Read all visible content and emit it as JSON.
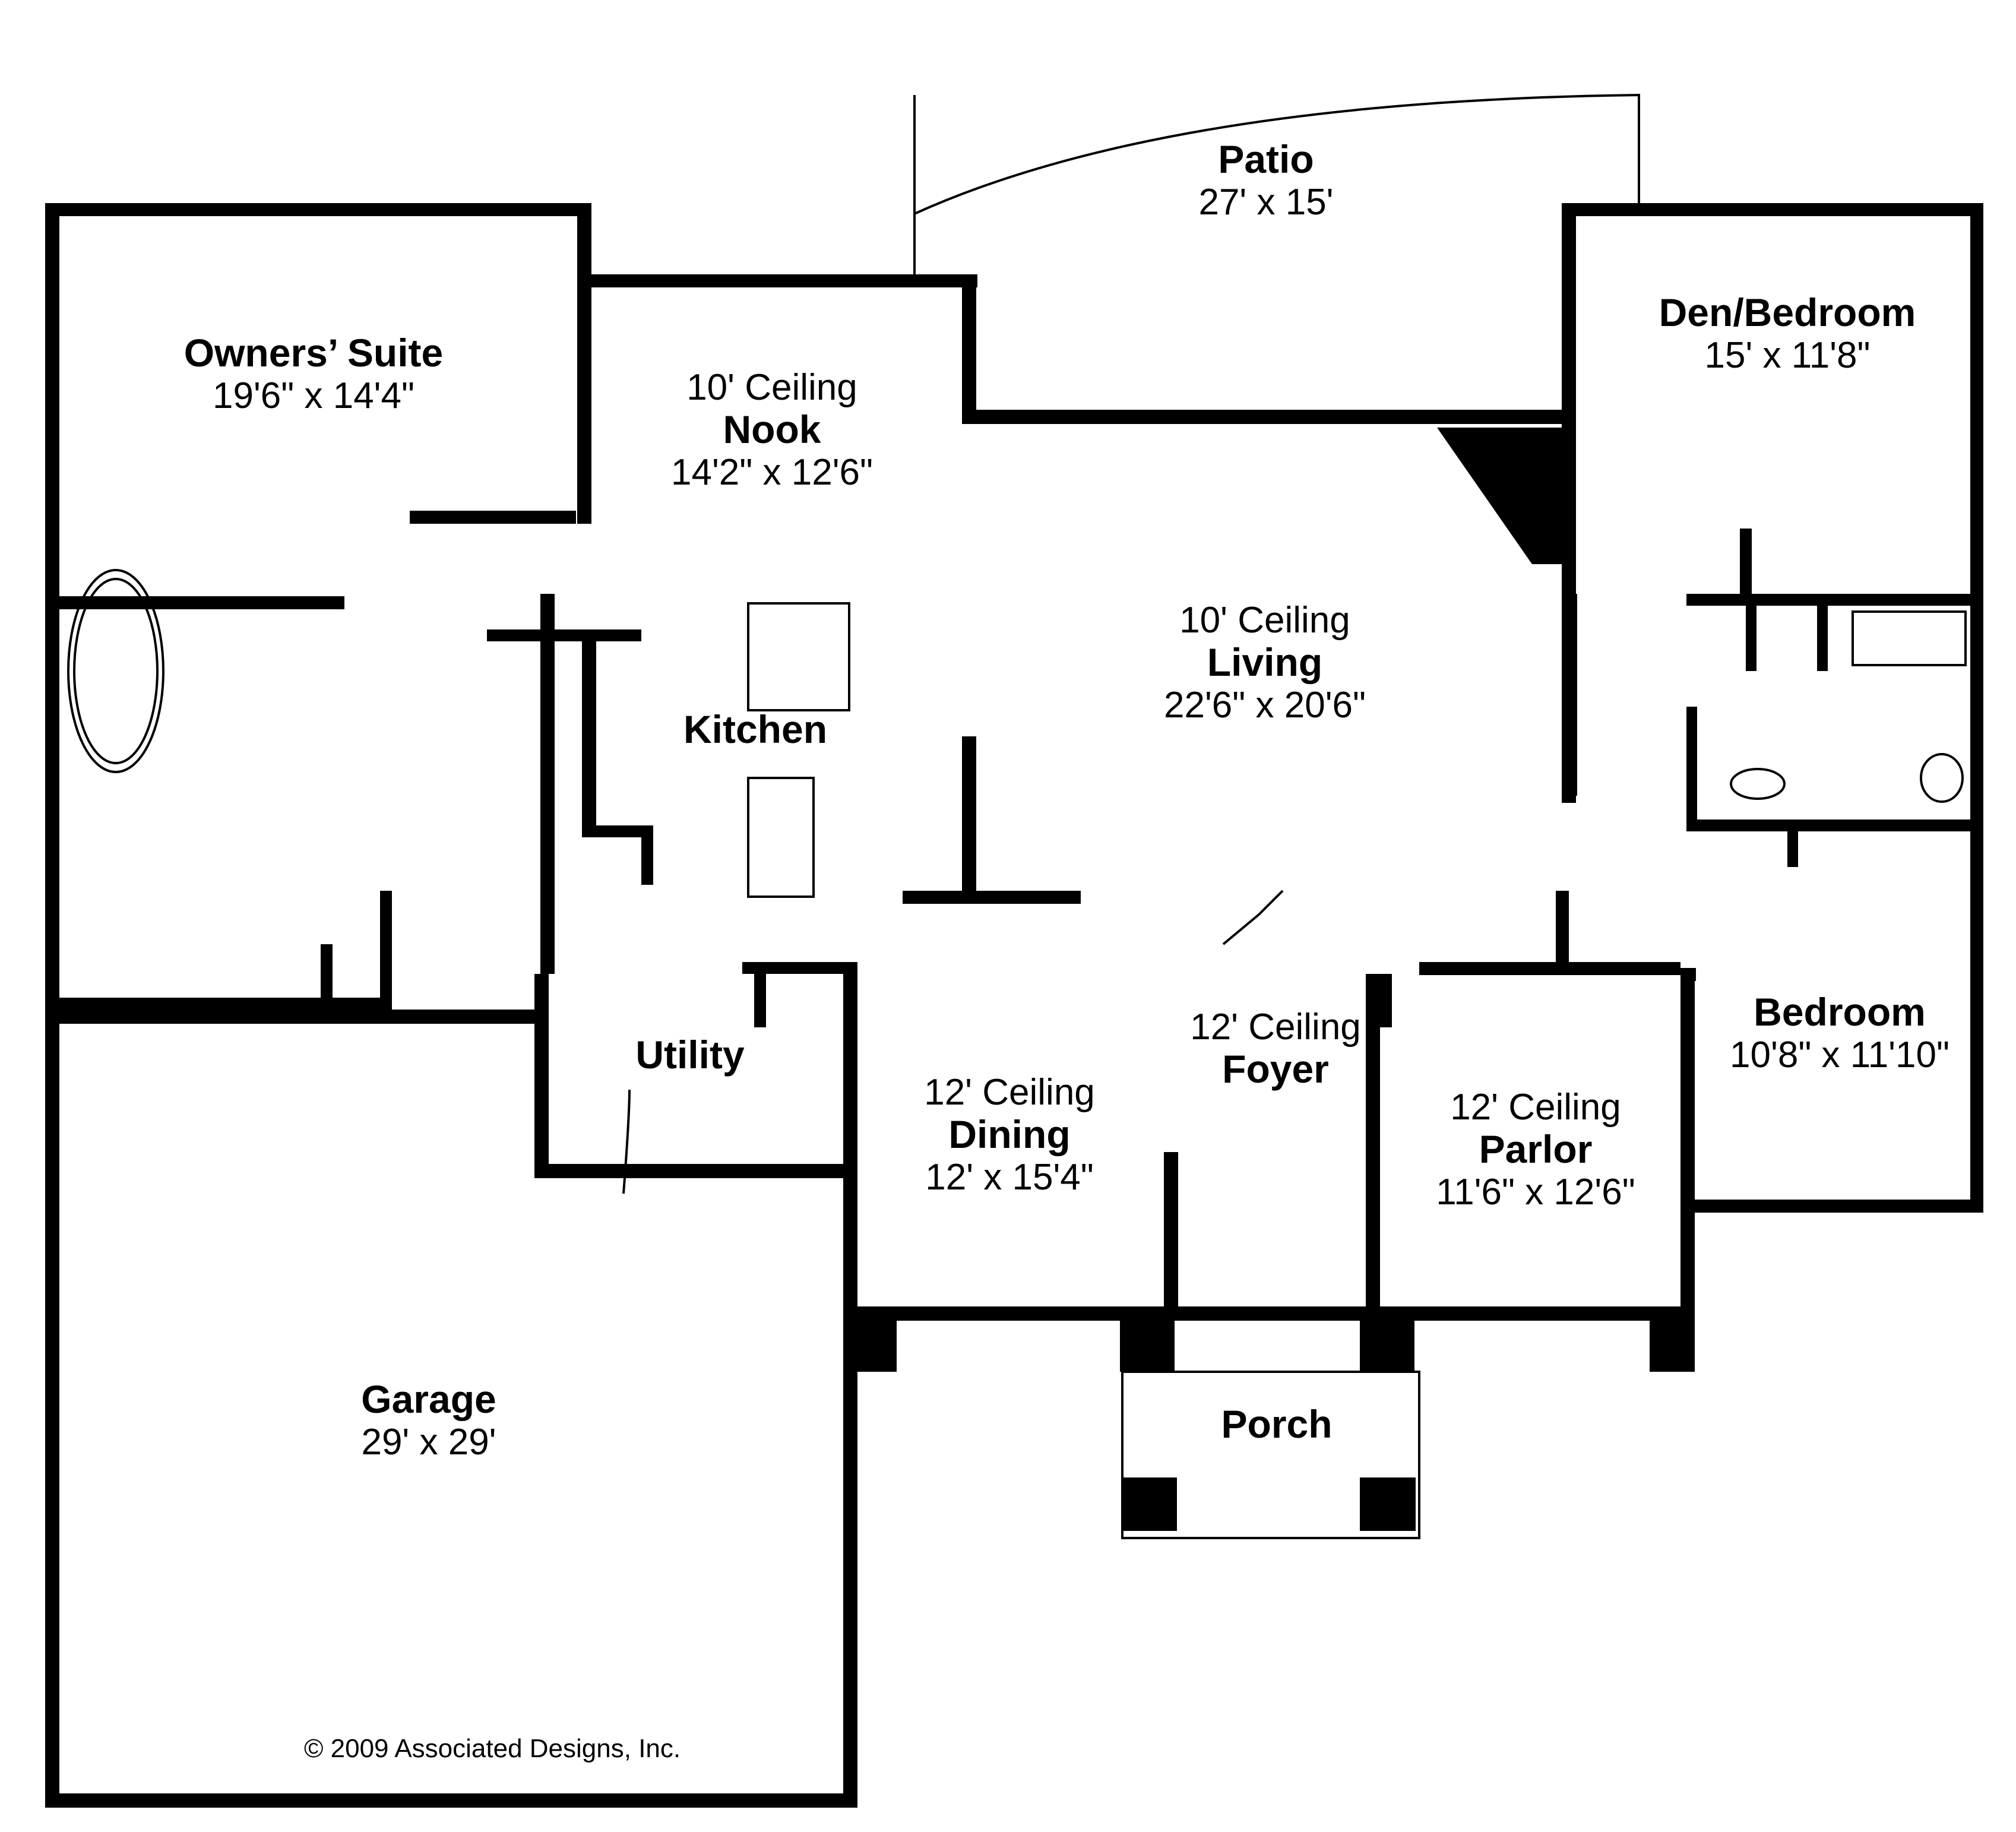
{
  "colors": {
    "wall": "#000000",
    "background": "#ffffff",
    "fixture_line": "#000000"
  },
  "rooms": [
    {
      "id": "owners-suite",
      "name": "Owners’ Suite",
      "dims": "19'6\" x 14'4\""
    },
    {
      "id": "nook",
      "ceiling": "10' Ceiling",
      "name": "Nook",
      "dims": "14'2\" x 12'6\""
    },
    {
      "id": "patio",
      "name": "Patio",
      "dims": "27' x 15'"
    },
    {
      "id": "den-bedroom",
      "name": "Den/Bedroom",
      "dims": "15' x 11'8\""
    },
    {
      "id": "living",
      "ceiling": "10' Ceiling",
      "name": "Living",
      "dims": "22'6\" x 20'6\""
    },
    {
      "id": "kitchen",
      "name": "Kitchen"
    },
    {
      "id": "utility",
      "name": "Utility"
    },
    {
      "id": "foyer",
      "ceiling": "12' Ceiling",
      "name": "Foyer"
    },
    {
      "id": "dining",
      "ceiling": "12' Ceiling",
      "name": "Dining",
      "dims": "12' x 15'4\""
    },
    {
      "id": "parlor",
      "ceiling": "12' Ceiling",
      "name": "Parlor",
      "dims": "11'6\" x 12'6\""
    },
    {
      "id": "bedroom",
      "name": "Bedroom",
      "dims": "10'8\" x 11'10\""
    },
    {
      "id": "garage",
      "name": "Garage",
      "dims": "29' x 29'"
    },
    {
      "id": "porch",
      "name": "Porch"
    }
  ],
  "copyright": "© 2009 Associated Designs, Inc."
}
